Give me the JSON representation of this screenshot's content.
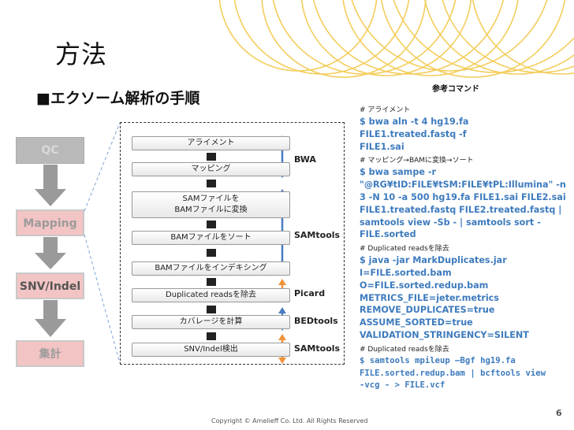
{
  "title": "方法",
  "subtitle": "■エクソーム解析の手順",
  "reference_heading": "参考コマンド",
  "phases": [
    "QC",
    "Mapping",
    "SNV/Indel",
    "集計"
  ],
  "steps": [
    "アライメント",
    "マッピング",
    "SAMファイルを\nBAMファイルに変換",
    "BAMファイルをソート",
    "BAMファイルをインデキシング",
    "Duplicated readsを除去",
    "カバレージを計算",
    "SNV/Indel検出"
  ],
  "tools": [
    "BWA",
    "SAMtools",
    "Picard",
    "BEDtools",
    "SAMtools"
  ],
  "commands": [
    {
      "comment": "# アライメント",
      "lines": [
        "$ bwa aln -t 4 hg19.fa FILE1.treated.fastq -f",
        "FILE1.sai"
      ]
    },
    {
      "comment": "# マッピング→BAMに変換→ソート",
      "lines": [
        "$ bwa sampe -r",
        "\"@RG¥tID:FILE¥tSM:FILE¥tPL:Illumina\" -n",
        "3 -N 10 -a 500 hg19.fa FILE1.sai FILE2.sai",
        "FILE1.treated.fastq FILE2.treated.fastq  |",
        "samtools view -Sb - | samtools sort -",
        "FILE.sorted"
      ]
    },
    {
      "comment": "# Duplicated readsを除去",
      "lines": [
        "$ java -jar MarkDuplicates.jar",
        "I=FILE.sorted.bam",
        "O=FILE.sorted.redup.bam",
        "METRICS_FILE=jeter.metrics",
        "REMOVE_DUPLICATES=true",
        "ASSUME_SORTED=true",
        "VALIDATION_STRINGENCY=SILENT"
      ]
    },
    {
      "comment": "# Duplicated readsを除去",
      "lines": [
        "$ samtools mpileup –Bgf  hg19.fa",
        "FILE.sorted.redup.bam | bcftools view",
        "-vcg - > FILE.vcf"
      ]
    }
  ],
  "copyright": "Copyright © Amelieff Co. Ltd. All Rights Reserved",
  "page_number": "6",
  "colors": {
    "arrow_blue": "#4a7cc0",
    "arrow_orange": "#f0923a",
    "command_text": "#3e7bbd",
    "phase_gray": "#b9b9b9",
    "phase_pink": "#f3c4c4"
  }
}
